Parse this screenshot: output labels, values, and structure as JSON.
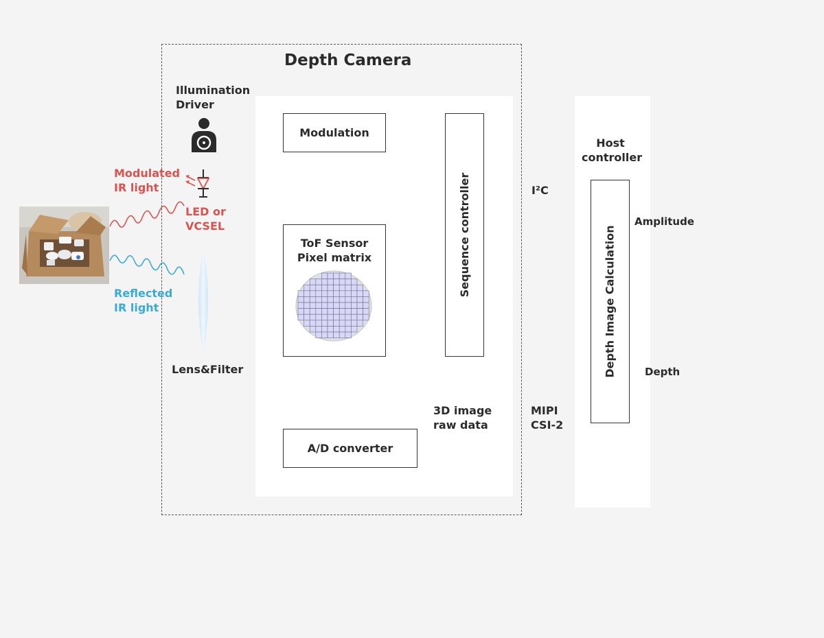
{
  "camera": {
    "title": "Depth Camera",
    "illumination_driver": [
      "Illumination",
      "Driver"
    ],
    "led_label": [
      "LED or",
      "VCSEL"
    ],
    "lens_filter": "Lens&Filter",
    "modulation": "Modulation",
    "tof_sensor": [
      "ToF Sensor",
      "Pixel matrix"
    ],
    "sequence_controller": "Sequence controller",
    "ad_converter": "A/D converter",
    "raw_data": [
      "3D image",
      "raw data"
    ]
  },
  "light": {
    "modulated": [
      "Modulated",
      "IR light"
    ],
    "reflected": [
      "Reflected",
      "IR light"
    ],
    "modulated_color": "#d9534f",
    "reflected_color": "#3aaad8"
  },
  "interfaces": {
    "i2c": "I²C",
    "mipi": [
      "MIPI",
      "CSI-2"
    ]
  },
  "host": {
    "title": [
      "Host",
      "controller"
    ],
    "calculation": "Depth Image Calculation",
    "amplitude": "Amplitude",
    "depth": "Depth"
  }
}
